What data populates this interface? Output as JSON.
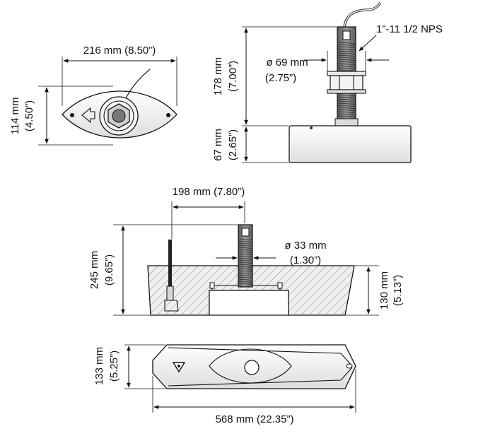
{
  "dimensions": {
    "top_width": "216 mm (8.50”)",
    "top_height_mm": "114 mm",
    "top_height_in": "(4.50”)",
    "thread": "1”-11 1/2 NPS",
    "nut_dia_mm": "ø 69 mm",
    "nut_dia_in": "(2.75”)",
    "stem_height_mm": "178 mm",
    "stem_height_in": "(7.00”)",
    "block_height_mm": "67 mm",
    "block_height_in": "(2.65”)",
    "section_width": "198 mm (7.80”)",
    "shaft_dia_mm": "ø 33 mm",
    "shaft_dia_in": "(1.30”)",
    "section_height_mm": "245 mm",
    "section_height_in": "(9.65”)",
    "body_height_mm": "130 mm",
    "body_height_in": "(5.13”)",
    "bottom_height_mm": "133 mm",
    "bottom_height_in": "(5.25”)",
    "bottom_width": "568 mm (22.35”)"
  },
  "colors": {
    "line": "#111111",
    "body_fill": "#e8e8e8",
    "shaft_fill": "#7a7a7a",
    "hatch": "#9a9a9a"
  }
}
